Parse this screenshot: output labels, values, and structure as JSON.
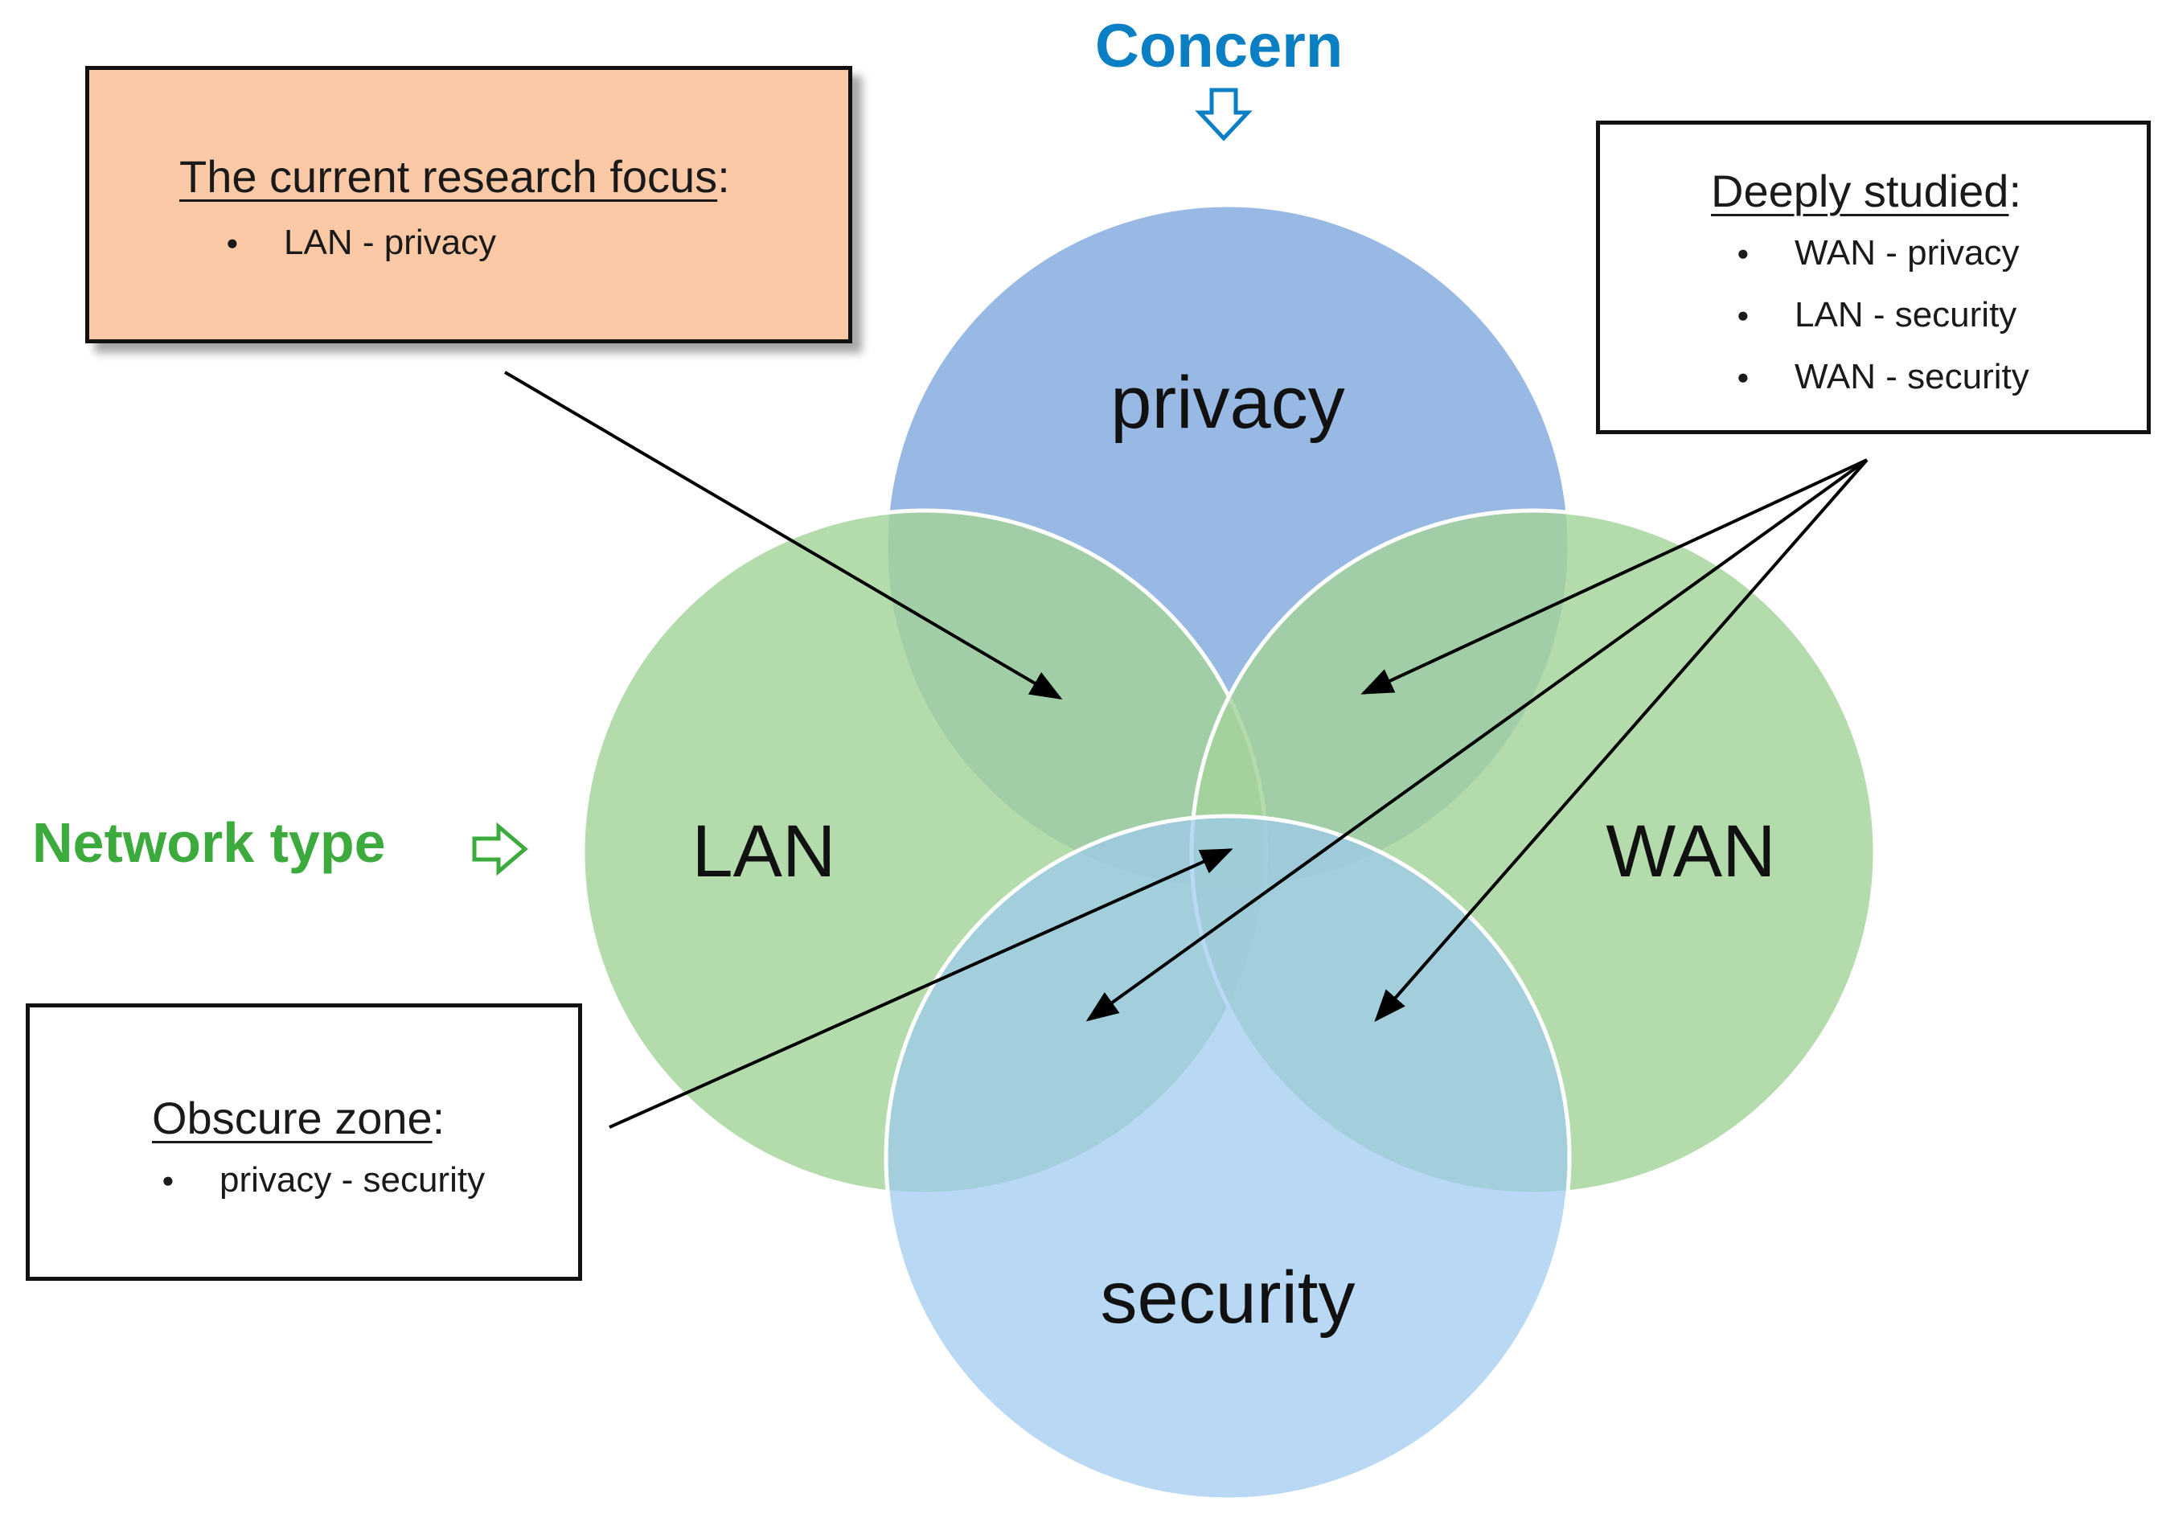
{
  "axes": {
    "concern_label": "Concern",
    "concern_arrow_icon": "down-hollow-arrow-icon",
    "network_label": "Network type",
    "network_arrow_icon": "right-hollow-arrow-icon"
  },
  "circles": {
    "privacy": "privacy",
    "security": "security",
    "lan": "LAN",
    "wan": "WAN"
  },
  "boxes": {
    "focus": {
      "title": "The current research focus",
      "items": [
        "LAN - privacy"
      ]
    },
    "studied": {
      "title": "Deeply studied",
      "items": [
        "WAN - privacy",
        "LAN - security",
        "WAN - security"
      ]
    },
    "obscure": {
      "title": "Obscure zone",
      "items": [
        "privacy - security"
      ]
    }
  },
  "colors": {
    "concern": "#0a7fc4",
    "network": "#3caa3c",
    "privacy_circle": "#8eb3e2",
    "security_circle": "#9dc9ee",
    "network_circles": "#a4d39a",
    "focus_box": "#fcc9a6"
  }
}
